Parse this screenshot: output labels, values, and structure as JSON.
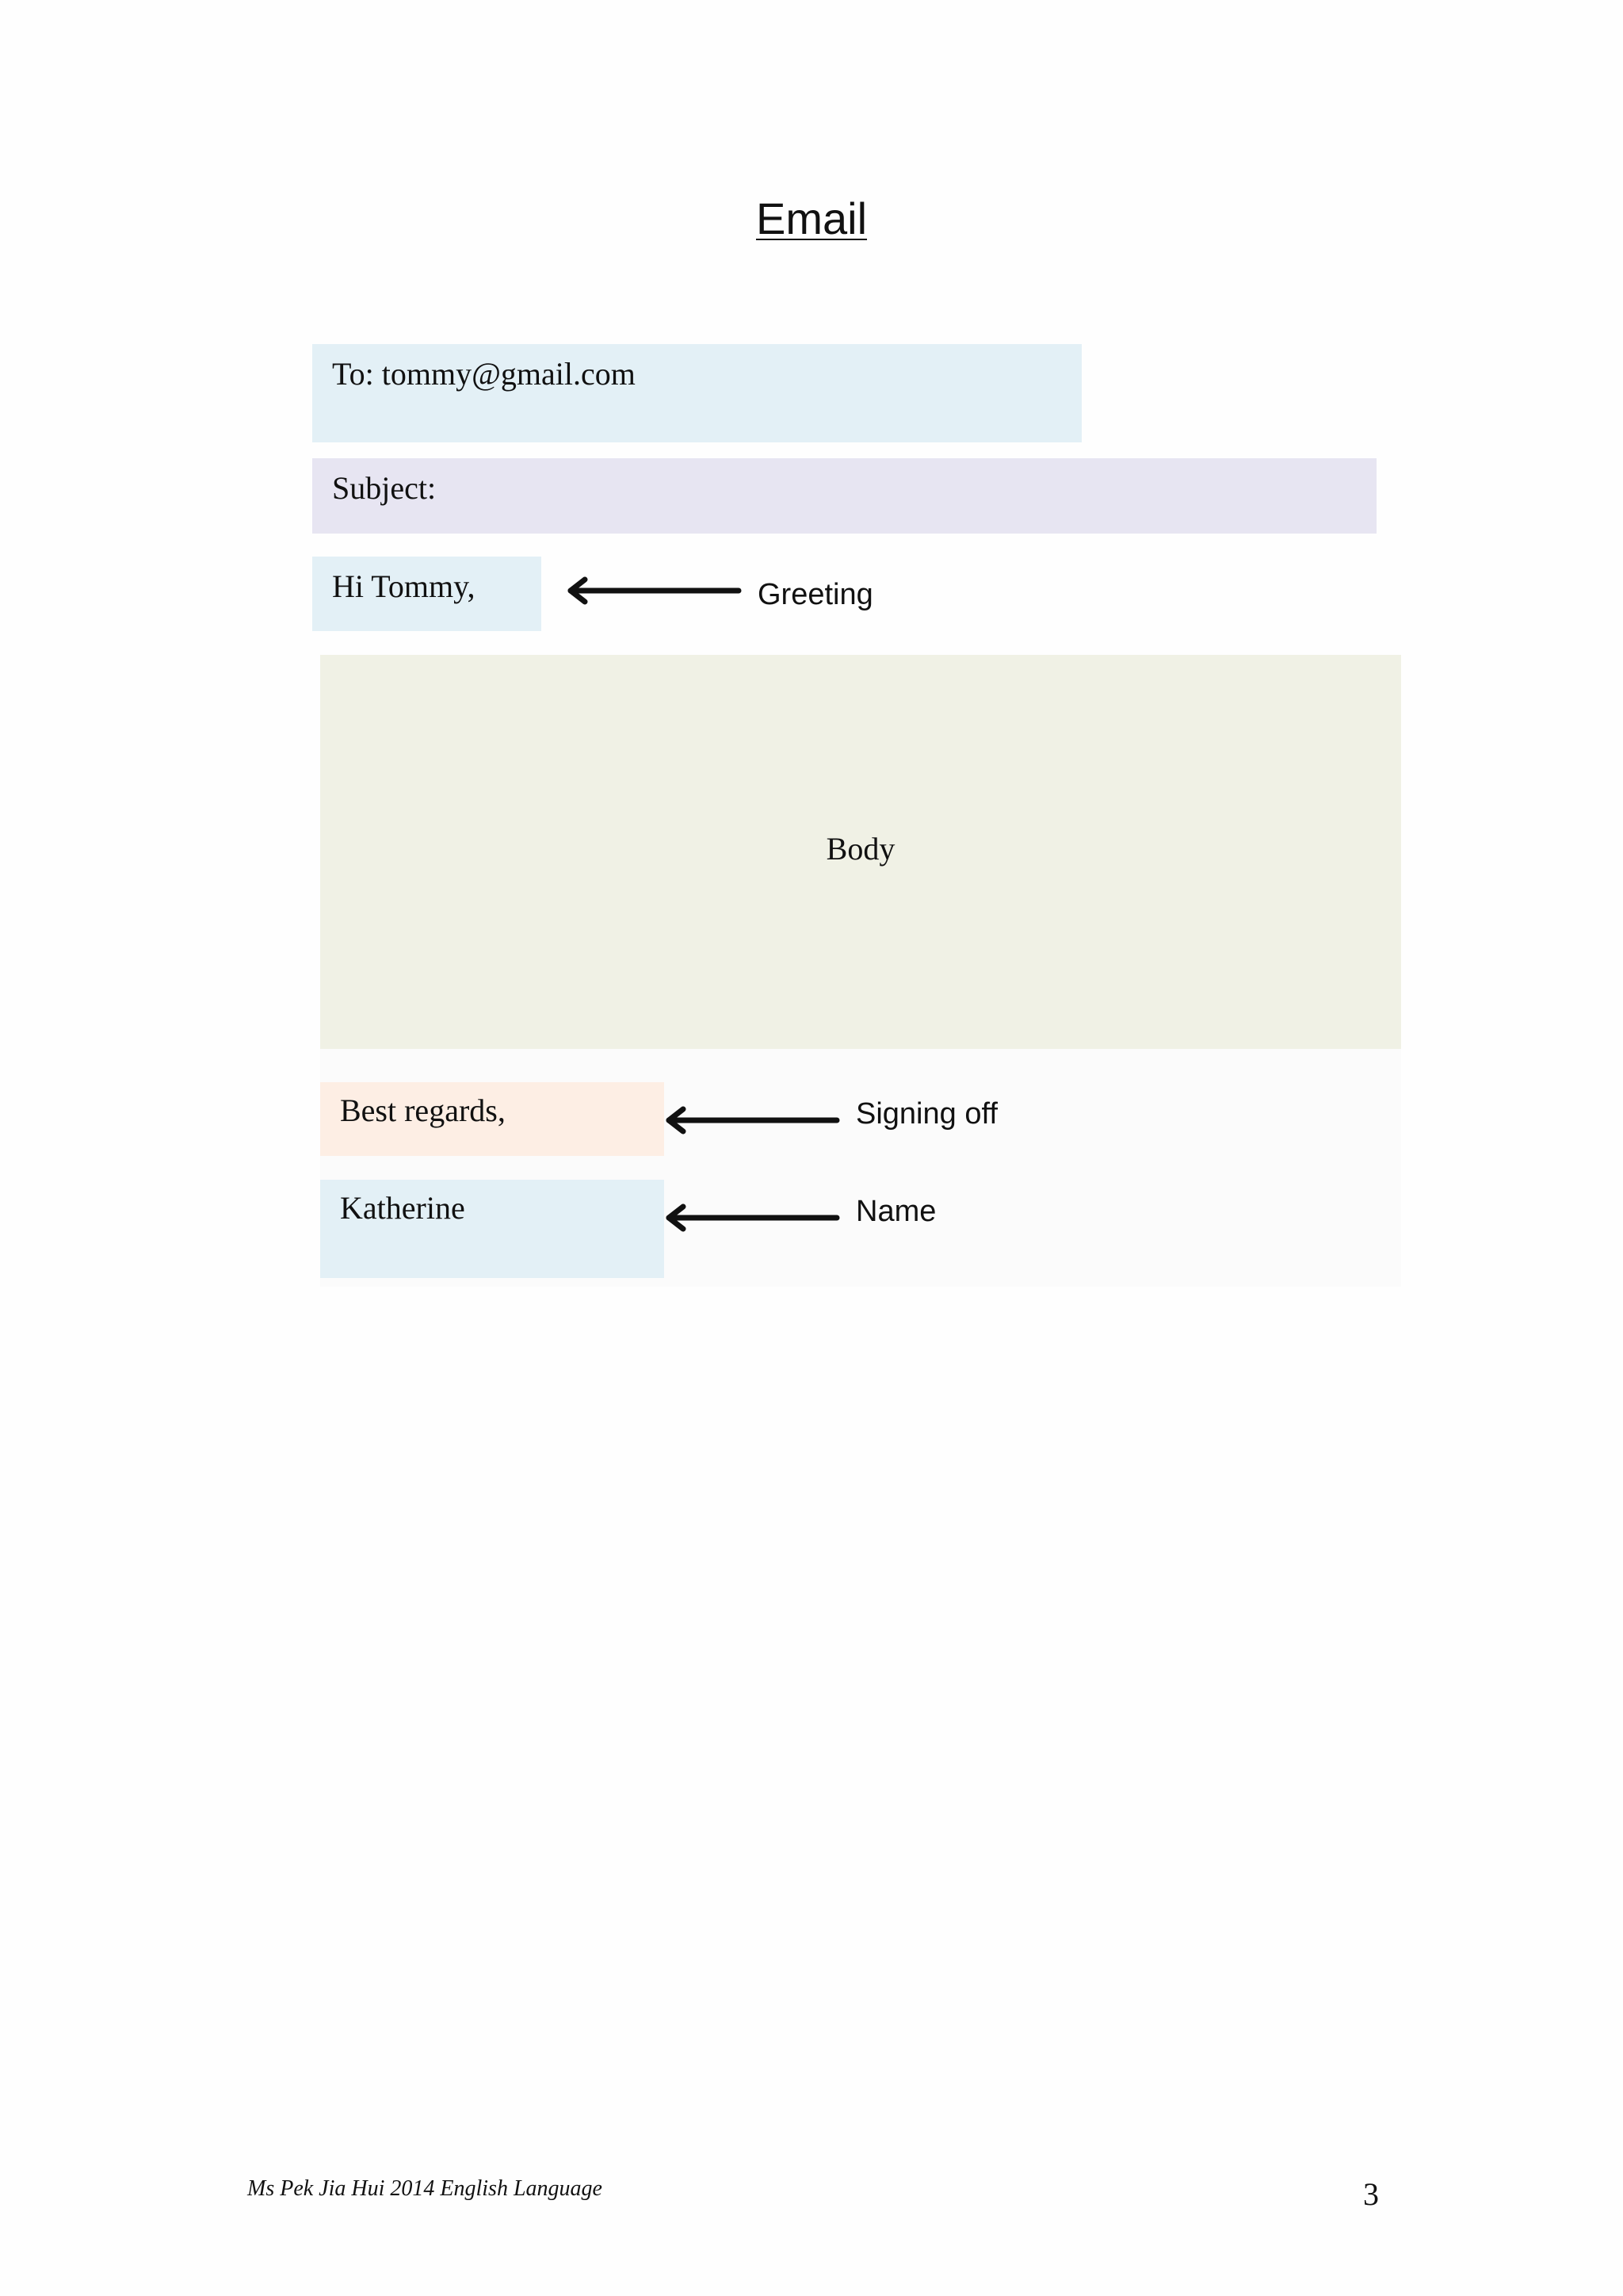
{
  "document": {
    "title": "Email"
  },
  "email": {
    "to_line": "To: tommy@gmail.com",
    "subject_line": "Subject:",
    "greeting": "Hi Tommy,",
    "body": "Body",
    "signoff": "Best regards,",
    "name": "Katherine"
  },
  "annotations": {
    "greeting": "Greeting",
    "signoff": "Signing off",
    "name": "Name"
  },
  "footer": {
    "author_line": "Ms Pek Jia Hui 2014 English Language",
    "page_number": "3"
  }
}
